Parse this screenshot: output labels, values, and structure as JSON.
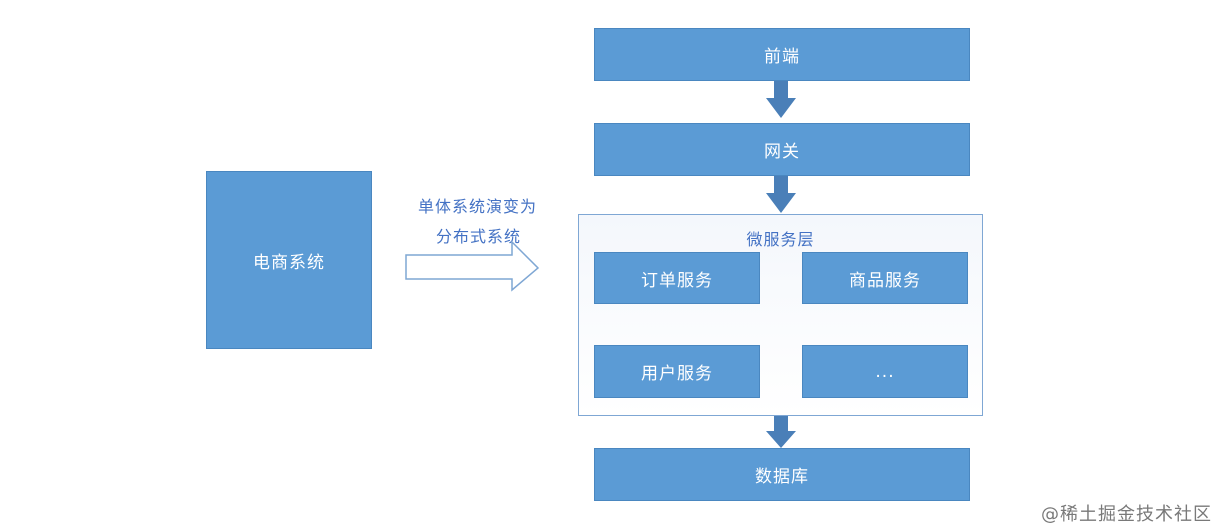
{
  "left": {
    "system_label": "电商系统",
    "caption_line1": "单体系统演变为",
    "caption_line2": "分布式系统"
  },
  "stack": {
    "frontend": "前端",
    "gateway": "网关",
    "microservice_layer": {
      "title": "微服务层",
      "services": [
        "订单服务",
        "商品服务",
        "用户服务",
        "..."
      ]
    },
    "database": "数据库"
  },
  "watermark": "@稀土掘金技术社区",
  "colors": {
    "box_fill": "#5b9bd5",
    "text_accent": "#4472c4",
    "arrow": "#4a7fb8"
  }
}
